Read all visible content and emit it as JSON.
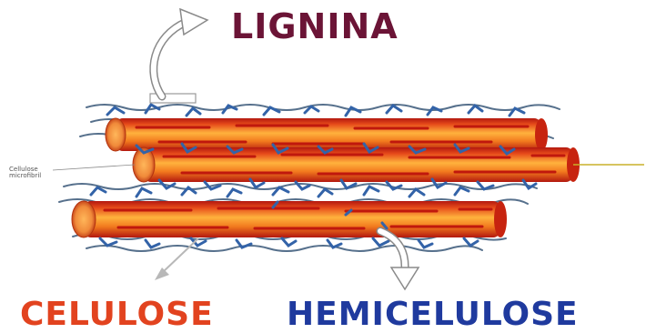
{
  "labels": {
    "lignina": "LIGNINA",
    "celulose": "CELULOSE",
    "hemicelulose": "HEMICELULOSE"
  },
  "fibril_label": {
    "line1": "Cellulose",
    "line2": "microfibril"
  },
  "colors": {
    "lignina": "#6b1436",
    "celulose": "#e2431f",
    "hemicelulose": "#1f3a9e",
    "fiber_body": "#f07a1e",
    "fiber_dark": "#c2180f",
    "fiber_light": "#ffb347",
    "lignin_network": "#4f6d8a",
    "hemicellulose_strands": "#3465a8"
  },
  "icons": [
    "lignin-arrow-icon",
    "cellulose-arrow-icon",
    "hemicellulose-arrow-icon"
  ]
}
